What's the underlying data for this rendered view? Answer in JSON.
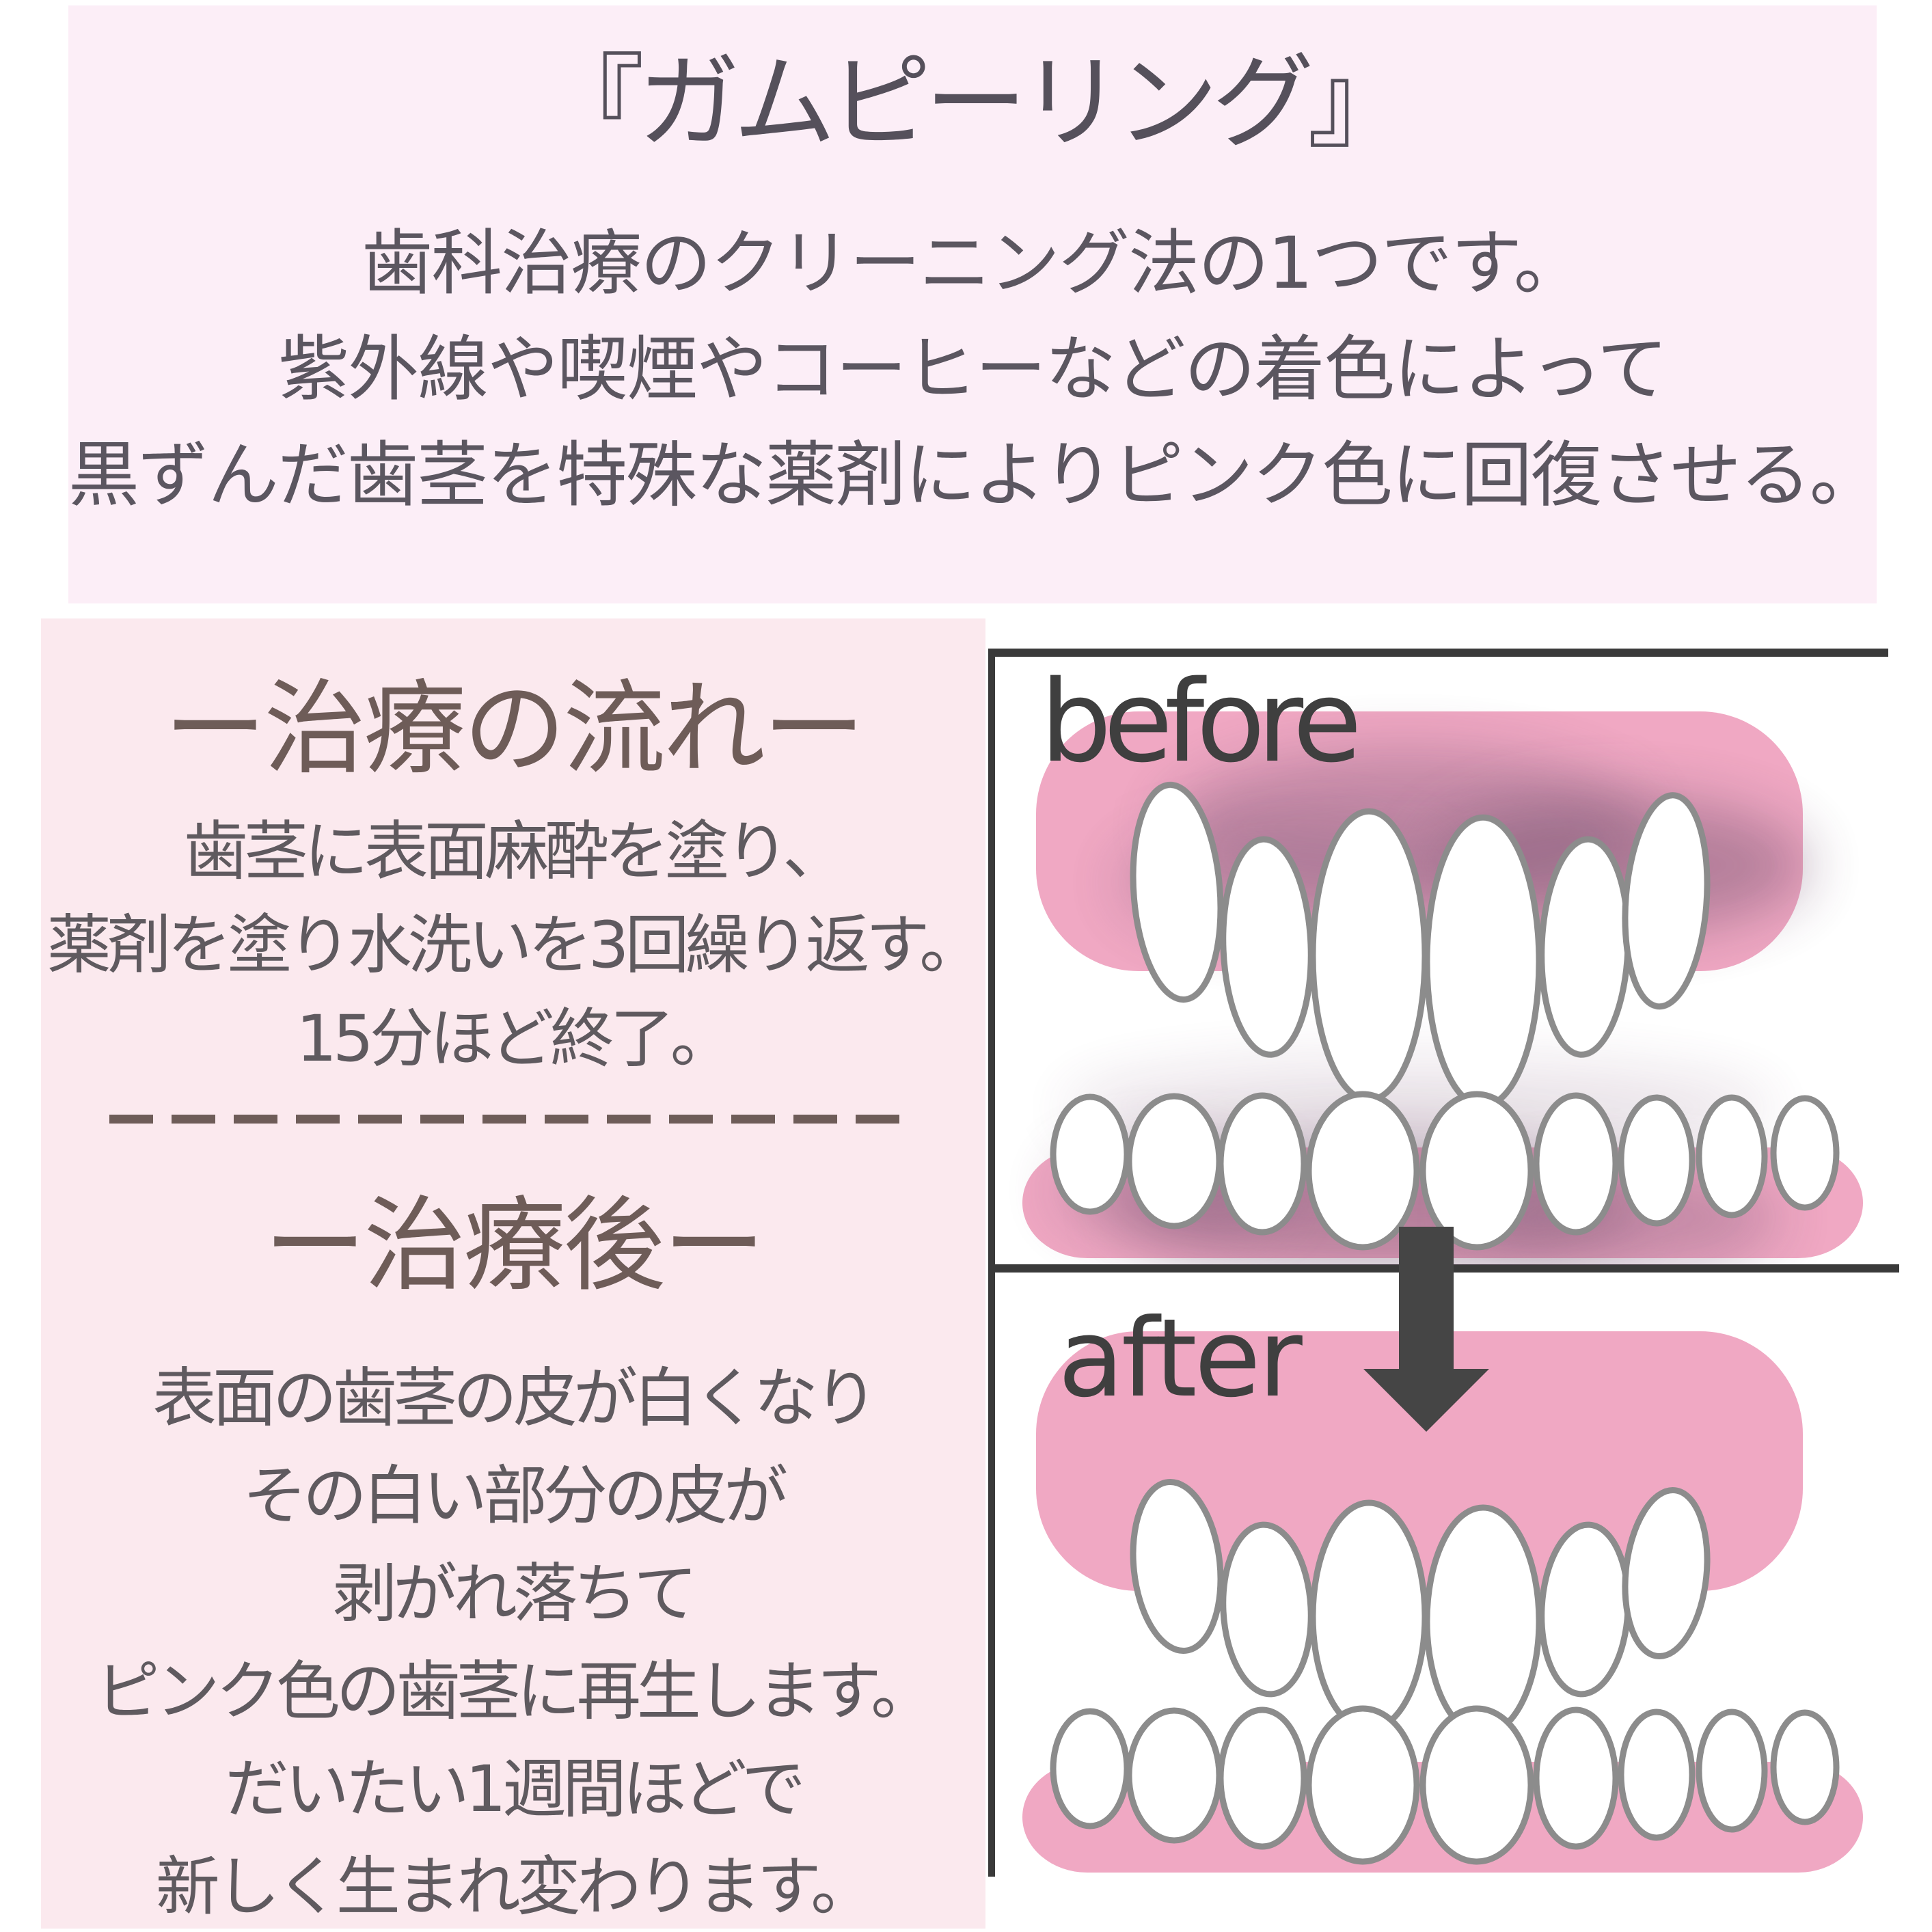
{
  "intro_panel": {
    "title": "『ガムピーリング』",
    "lines": [
      "歯科治療のクリーニング法の1つです。",
      "紫外線や喫煙やコーヒーなどの着色によって",
      "黒ずんだ歯茎を特殊な薬剤によりピンク色に回復させる。"
    ]
  },
  "info_panel": {
    "flow_heading": "ー治療の流れー",
    "flow_lines": [
      "歯茎に表面麻酔を塗り、",
      "薬剤を塗り水洗いを3回繰り返す。",
      "15分ほど終了。"
    ],
    "after_heading": "ー治療後ー",
    "after_lines": [
      "表面の歯茎の皮が白くなり",
      "その白い部分の皮が",
      "剥がれ落ちて",
      "ピンク色の歯茎に再生します。",
      "だいたい1週間ほどで",
      "新しく生まれ変わります。"
    ]
  },
  "comparison": {
    "before_label": "before",
    "after_label": "after",
    "arrow_icon": "down-arrow"
  },
  "colors": {
    "intro_background": "#fceef7",
    "info_background": "#fbe9ee",
    "gum_pink": "#f0a8c3",
    "gum_stain": "#86607f",
    "tooth_outline": "#8c8c8c",
    "frame": "#3a3a3a",
    "text_dark": "#55505b",
    "text_brown": "#6e5c58"
  }
}
